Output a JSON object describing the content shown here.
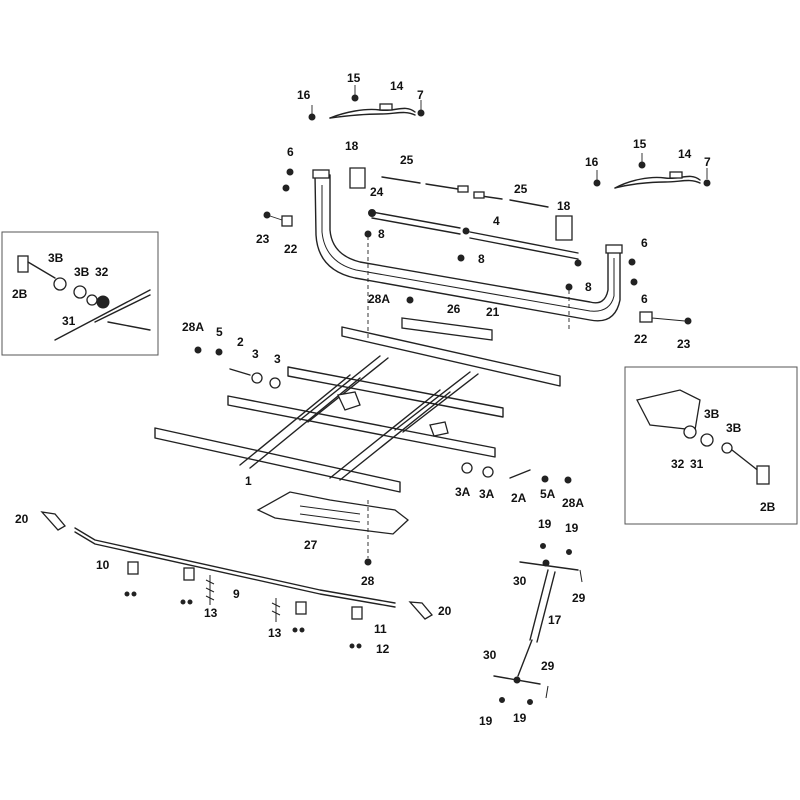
{
  "labels": {
    "l1": "1",
    "l2": "2",
    "l2a": "2A",
    "l2b_left": "2B",
    "l2b_right": "2B",
    "l3a": "3",
    "l3b": "3",
    "l3a_1": "3A",
    "l3a_2": "3A",
    "l3b_l1": "3B",
    "l3b_l2": "3B",
    "l3b_r1": "3B",
    "l3b_r2": "3B",
    "l4": "4",
    "l5": "5",
    "l5a": "5A",
    "l6a": "6",
    "l6b": "6",
    "l6c": "6",
    "l7a": "7",
    "l7b": "7",
    "l8a": "8",
    "l8b": "8",
    "l8c": "8",
    "l9": "9",
    "l10": "10",
    "l11": "11",
    "l12": "12",
    "l13a": "13",
    "l13b": "13",
    "l14a": "14",
    "l14b": "14",
    "l15a": "15",
    "l15b": "15",
    "l16a": "16",
    "l16b": "16",
    "l17": "17",
    "l18a": "18",
    "l18b": "18",
    "l19a": "19",
    "l19b": "19",
    "l19c": "19",
    "l19d": "19",
    "l20a": "20",
    "l20b": "20",
    "l21": "21",
    "l22a": "22",
    "l22b": "22",
    "l23a": "23",
    "l23b": "23",
    "l24": "24",
    "l25a": "25",
    "l25b": "25",
    "l26": "26",
    "l27": "27",
    "l28": "28",
    "l28a_1": "28A",
    "l28a_2": "28A",
    "l28a_3": "28A",
    "l29a": "29",
    "l29b": "29",
    "l30a": "30",
    "l30b": "30",
    "l31_left": "31",
    "l31_right": "31",
    "l32_left": "32",
    "l32_right": "32"
  }
}
